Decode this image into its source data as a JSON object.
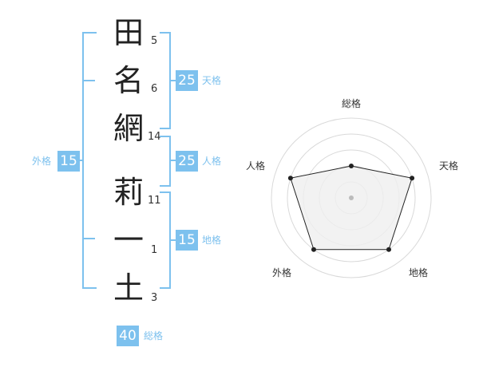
{
  "name_chars": [
    {
      "char": "田",
      "strokes": "5"
    },
    {
      "char": "名",
      "strokes": "6"
    },
    {
      "char": "網",
      "strokes": "14"
    },
    {
      "char": "莉",
      "strokes": "11"
    },
    {
      "char": "一",
      "strokes": "1"
    },
    {
      "char": "土",
      "strokes": "3"
    }
  ],
  "scores": {
    "tenkaku": {
      "value": "25",
      "label": "天格"
    },
    "jinkaku": {
      "value": "25",
      "label": "人格"
    },
    "chikaku": {
      "value": "15",
      "label": "地格"
    },
    "gaikaku": {
      "value": "15",
      "label": "外格"
    },
    "soukaku": {
      "value": "40",
      "label": "総格"
    }
  },
  "radar": {
    "axes": [
      "総格",
      "天格",
      "地格",
      "外格",
      "人格"
    ],
    "levels": 5,
    "values": [
      2,
      4,
      4,
      4,
      4
    ],
    "colors": {
      "fill": "#efefef",
      "line": "#222222",
      "rings": "#d9d9d9",
      "center": "#bbbbbb"
    }
  },
  "colors": {
    "accent": "#7dc1ee"
  }
}
